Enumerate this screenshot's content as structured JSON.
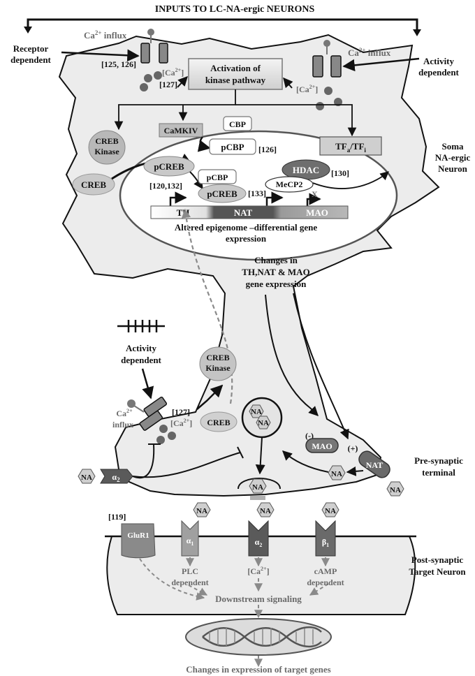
{
  "title": "INPUTS TO LC-NA-ergic NEURONS",
  "inputs": {
    "receptor": [
      "Receptor",
      "dependent"
    ],
    "activity": [
      "Activity",
      "dependent"
    ],
    "ca_influx": "Ca",
    "ca_influx_sup": "2+",
    "ca_influx_tail": " influx",
    "ref_125_126": "[125, 126]",
    "ref_127": "[127]",
    "ca_int": "[Ca",
    "ca_int_sup": "2+",
    "ca_int_tail": "]",
    "kinase_pathway": [
      "Activation of",
      "kinase pathway"
    ]
  },
  "soma": {
    "label": [
      "Soma",
      "NA-ergic",
      "Neuron"
    ],
    "creb_kinase": [
      "CREB",
      "Kinase"
    ],
    "creb": "CREB",
    "camkiv": "CaMKIV",
    "cbp": "CBP",
    "pcbp": "pCBP",
    "pcreb": "pCREB",
    "ref_126": "[126]",
    "ref_120_132": "[120,132]",
    "ref_133": "[133]",
    "ref_130": "[130]",
    "tf": "TF",
    "tf_a": "a",
    "tf_sep": "/TF",
    "tf_i": "i",
    "hdac": "HDAC",
    "mecp2": "MeCP2",
    "x_mark": "X",
    "genes": [
      "TH",
      "NAT",
      "MAO"
    ],
    "epigenome": [
      "Altered epigenome –differential  gene",
      "expression"
    ],
    "changes": [
      "Changes in",
      "TH,NAT & MAO",
      "gene expression"
    ]
  },
  "terminal": {
    "activity": [
      "Activity",
      "dependent"
    ],
    "ca_influx": [
      "Ca",
      "influx"
    ],
    "ca_sup": "2+",
    "ref_127": "[127]",
    "creb_kinase": [
      "CREB",
      "Kinase"
    ],
    "creb": "CREB",
    "na": "NA",
    "alpha2": "α",
    "alpha2_sub": "2",
    "mao": "MAO",
    "nat": "NAT",
    "minus": "(-)",
    "plus": "(+)",
    "label": [
      "Pre-synaptic",
      "terminal"
    ]
  },
  "post": {
    "ref_119": "[119]",
    "receptors": [
      {
        "name": "GluR1",
        "sub": ""
      },
      {
        "name": "α",
        "sub": "1"
      },
      {
        "name": "α",
        "sub": "2"
      },
      {
        "name": "β",
        "sub": "1"
      }
    ],
    "plc": [
      "PLC",
      "dependent"
    ],
    "ca": "[Ca",
    "ca_sup": "2+",
    "ca_tail": "]",
    "camp": [
      "cAMP",
      "dependent"
    ],
    "downstream": "Downstream signaling",
    "label": [
      "Post-synaptic",
      "Target Neuron"
    ],
    "footer": "Changes in expression of target genes"
  },
  "colors": {
    "cell": "#ececec",
    "nucleus": "#ffffff",
    "dark": "#555555",
    "mid": "#8a8a8a",
    "light": "#c9c9c9"
  }
}
